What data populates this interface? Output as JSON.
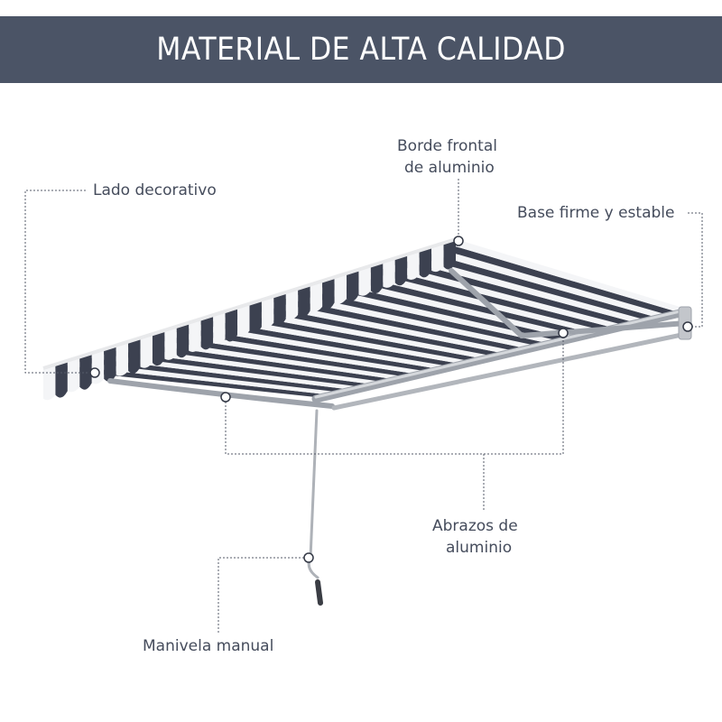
{
  "banner": {
    "title": "MATERIAL DE ALTA CALIDAD",
    "color": "#4b5466"
  },
  "labels": {
    "lado_decorativo": "Lado decorativo",
    "borde_frontal_1": "Borde frontal",
    "borde_frontal_2": "de aluminio",
    "base_firme": "Base firme y estable",
    "abrazos_1": "Abrazos de",
    "abrazos_2": "aluminio",
    "manivela": "Manivela manual"
  },
  "colors": {
    "stripe_dark": "#3c4150",
    "stripe_light": "#f4f5f7",
    "text": "#454c5c",
    "metal": "#a9adb4"
  }
}
